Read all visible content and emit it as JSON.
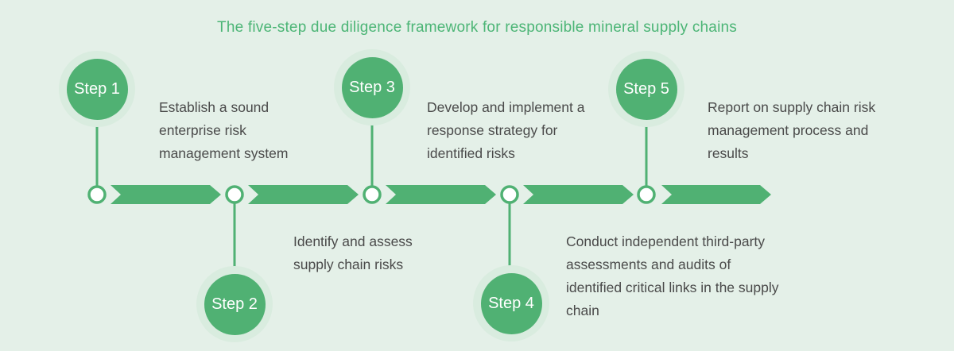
{
  "title": "The five-step due diligence framework for responsible mineral supply chains",
  "colors": {
    "background": "#e4f0e8",
    "green": "#50b173",
    "halo": "#d9ecdf",
    "text": "#4a4a4a",
    "title_green": "#4cb576",
    "node_fill": "#ffffff"
  },
  "steps": [
    {
      "label": "Step 1",
      "description": "Establish a sound enterprise risk management system",
      "side": "top"
    },
    {
      "label": "Step 2",
      "description": "Identify and assess supply chain risks",
      "side": "bottom"
    },
    {
      "label": "Step 3",
      "description": "Develop and implement a response strategy for identified risks",
      "side": "top"
    },
    {
      "label": "Step 4",
      "description": "Conduct independent third-party assessments and audits of identified critical links in the supply chain",
      "side": "bottom"
    },
    {
      "label": "Step 5",
      "description": "Report on supply chain risk management process and results",
      "side": "top"
    }
  ]
}
